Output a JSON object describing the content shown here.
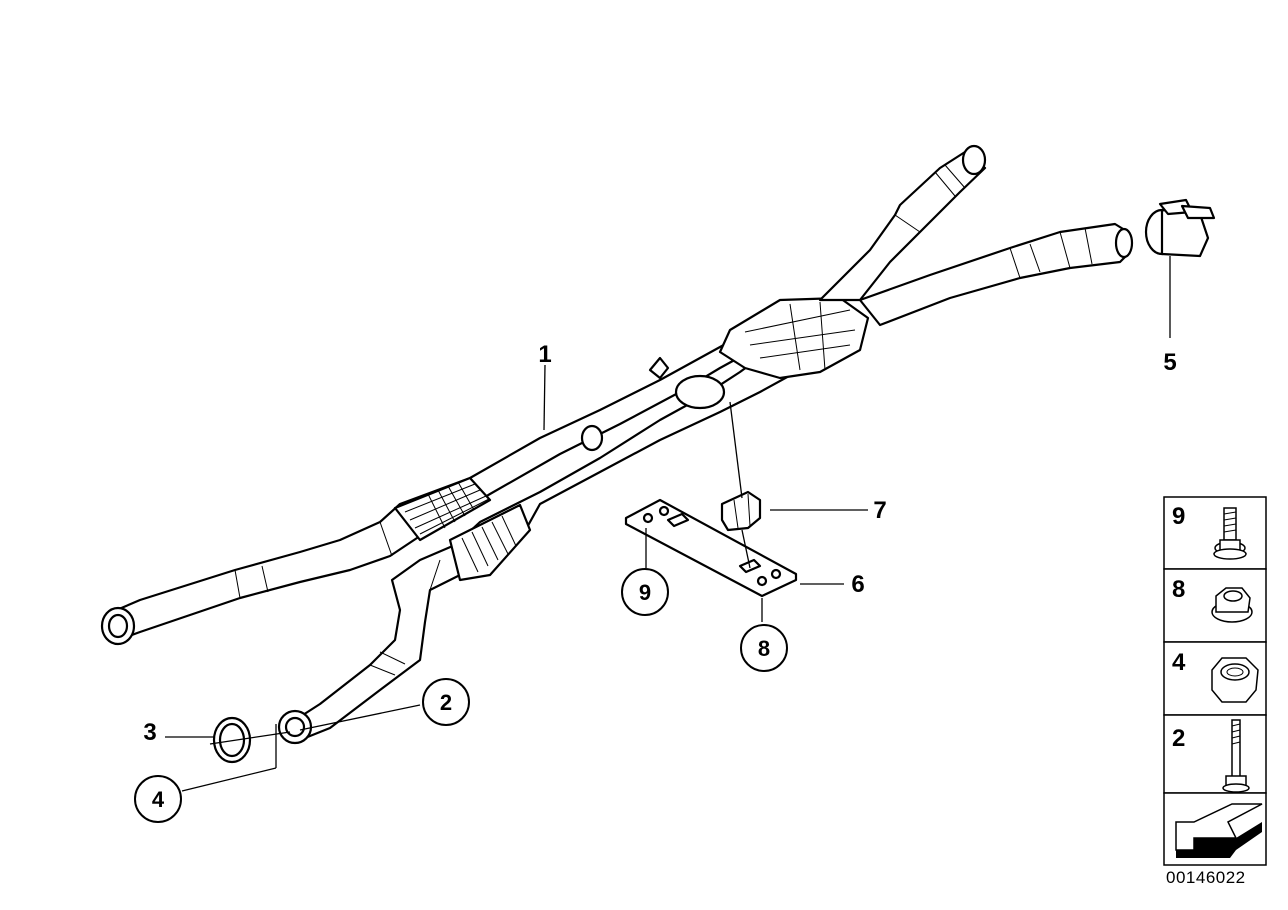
{
  "callouts": {
    "p1": "1",
    "p2": "2",
    "p3": "3",
    "p4": "4",
    "p5": "5",
    "p6": "6",
    "p7": "7",
    "p8": "8",
    "p9": "9"
  },
  "legend": [
    {
      "number": "9",
      "icon": "flange-bolt-icon"
    },
    {
      "number": "8",
      "icon": "flange-nut-icon"
    },
    {
      "number": "4",
      "icon": "hex-nut-icon"
    },
    {
      "number": "2",
      "icon": "long-bolt-icon"
    },
    {
      "number": "",
      "icon": "direction-arrow-icon"
    }
  ],
  "document_number": "00146022"
}
